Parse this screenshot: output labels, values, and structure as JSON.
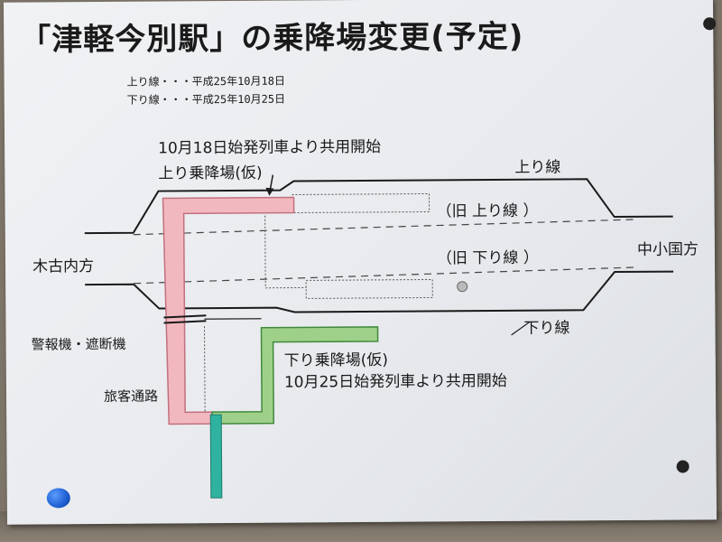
{
  "title": "「津軽今別駅」の乗降場変更(予定)",
  "schedule": [
    {
      "label": "上り線・・・平成25年10月18日"
    },
    {
      "label": "下り線・・・平成25年10月25日"
    }
  ],
  "up_platform": {
    "note": "10月18日始発列車より共用開始",
    "name": "上り乗降場(仮)"
  },
  "down_platform": {
    "name": "下り乗降場(仮)",
    "note": "10月25日始発列車より共用開始"
  },
  "tracks": {
    "up_line": "上り線",
    "down_line": "下り線",
    "old_up": "（旧 上り線 ）",
    "old_down": "（旧 下り線 ）"
  },
  "directions": {
    "left": "木古内方",
    "right": "中小国方"
  },
  "labels": {
    "crossing": "警報機・遮断機",
    "passage": "旅客通路"
  },
  "colors": {
    "up_platform": "#f2b8c0",
    "down_platform": "#9fd08a",
    "passage_path": "#2fb3a0",
    "ink": "#1a1a1a",
    "pin_blue": "#1d5fd1"
  }
}
